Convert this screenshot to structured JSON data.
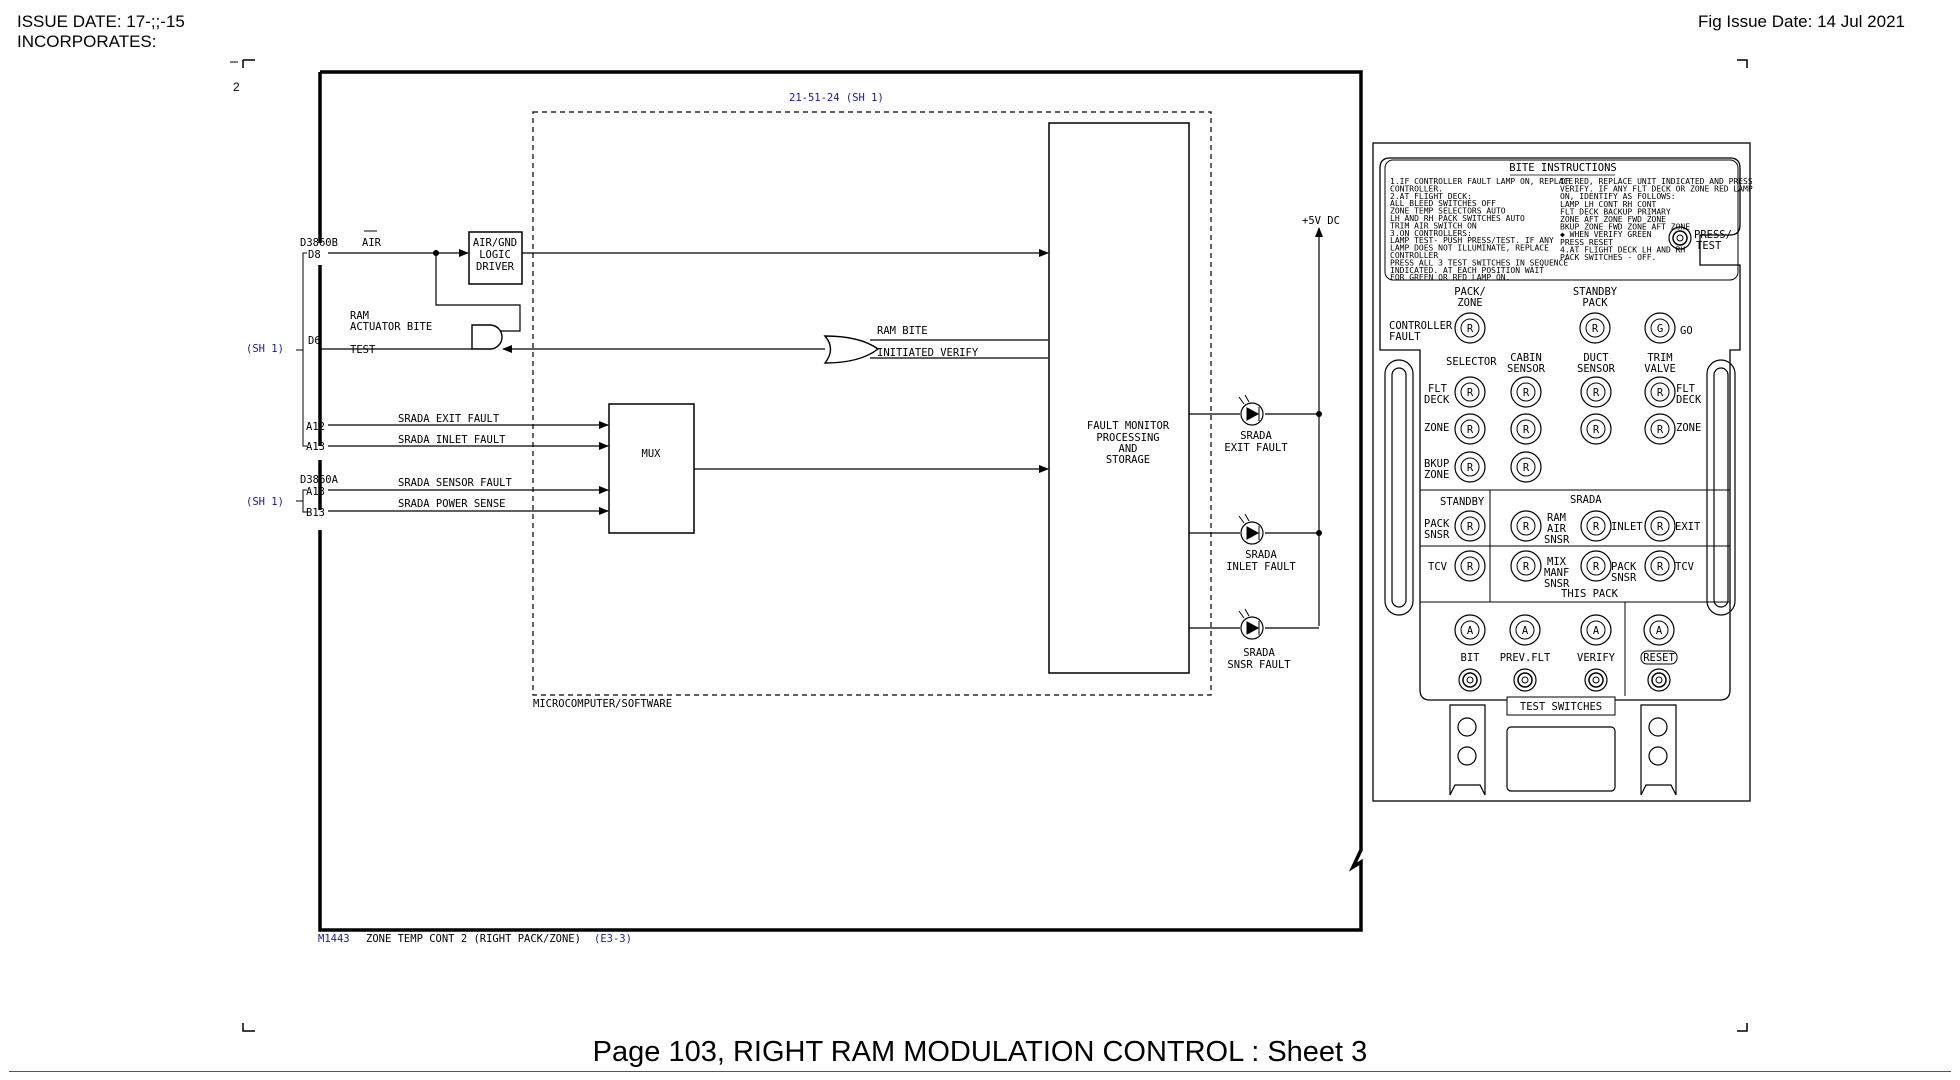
{
  "header": {
    "issue_date": "ISSUE DATE: 17-;;-15",
    "incorporates": "INCORPORATES:",
    "fig_issue_date": "Fig Issue Date: 14 Jul 2021"
  },
  "footer": {
    "page_title": "Page 103, RIGHT RAM MODULATION CONTROL : Sheet 3"
  },
  "sheet_mark": "2",
  "schematic": {
    "ref_top": "21-51-24 (SH 1)",
    "connector_b": "D3860B",
    "connector_a": "D3860A",
    "pin_d8": "D8",
    "pin_d6": "D6",
    "pin_a12": "A12",
    "pin_a13_b": "A13",
    "pin_a13_a": "A13",
    "pin_b13": "B13",
    "sh_ref_1": "(SH 1)",
    "sh_ref_2": "(SH 1)",
    "air_label": "AIR",
    "air_gnd_box": [
      "AIR/GND",
      "LOGIC",
      "DRIVER"
    ],
    "ram_actuator": [
      "RAM",
      "ACTUATOR BITE"
    ],
    "test_label": "TEST",
    "ram_bite": "RAM BITE",
    "initiated_verify": "INITIATED VERIFY",
    "srada_exit_fault": "SRADA EXIT FAULT",
    "srada_inlet_fault": "SRADA INLET FAULT",
    "srada_sensor_fault": "SRADA SENSOR FAULT",
    "srada_power_sense": "SRADA POWER SENSE",
    "mux": "MUX",
    "fault_monitor": [
      "FAULT MONITOR",
      "PROCESSING",
      "AND",
      "STORAGE"
    ],
    "microcomputer": "MICROCOMPUTER/SOFTWARE",
    "plus5v": "+5V DC",
    "lamp_exit": [
      "SRADA",
      "EXIT FAULT"
    ],
    "lamp_inlet": [
      "SRADA",
      "INLET FAULT"
    ],
    "lamp_sensor": [
      "SRADA",
      "SNSR FAULT"
    ],
    "footer_ref": "M1443",
    "footer_text": "ZONE TEMP CONT 2 (RIGHT PACK/ZONE)",
    "footer_ref2": "(E3-3)"
  },
  "panel": {
    "bite_title": "BITE INSTRUCTIONS",
    "instr_left": [
      "1.IF CONTROLLER FAULT LAMP ON, REPLACE",
      "CONTROLLER.",
      "2.AT FLIGHT DECK:",
      "ALL BLEED SWITCHES OFF",
      "ZONE TEMP SELECTORS AUTO",
      "LH AND RH PACK SWITCHES AUTO",
      "TRIM AIR SWITCH ON",
      "3.ON CONTROLLERS:",
      "LAMP TEST- PUSH PRESS/TEST. IF ANY",
      "LAMP DOES NOT ILLUMINATE, REPLACE",
      "CONTROLLER",
      "PRESS ALL 3 TEST SWITCHES IN SEQUENCE",
      "INDICATED. AT EACH POSITION WAIT",
      "FOR GREEN OR RED LAMP ON."
    ],
    "instr_right": [
      "IF RED, REPLACE UNIT INDICATED AND PRESS",
      "VERIFY. IF ANY FLT DECK OR ZONE RED LAMP",
      "ON, IDENTIFY AS FOLLOWS:",
      "LAMP    LH CONT  RH CONT",
      "FLT DECK  BACKUP  PRIMARY",
      "ZONE   AFT ZONE FWD ZONE",
      "BKUP ZONE FWD ZONE AFT ZONE",
      "◆ WHEN VERIFY GREEN",
      "PRESS RESET",
      "4.AT FLIGHT DECK LH AND RH",
      "PACK SWITCHES - OFF."
    ],
    "press_test": [
      "PRESS/",
      "TEST"
    ],
    "pack_zone": [
      "PACK/",
      "ZONE"
    ],
    "standby_pack": [
      "STANDBY",
      "PACK"
    ],
    "controller_fault": [
      "CONTROLLER",
      "FAULT"
    ],
    "go": "GO",
    "lamp_r": "R",
    "lamp_g": "G",
    "lamp_a": "A",
    "selector": "SELECTOR",
    "cabin_sensor": [
      "CABIN",
      "SENSOR"
    ],
    "duct_sensor": [
      "DUCT",
      "SENSOR"
    ],
    "trim_valve": [
      "TRIM",
      "VALVE"
    ],
    "flt_deck": [
      "FLT",
      "DECK"
    ],
    "zone": "ZONE",
    "bkup_zone": [
      "BKUP",
      "ZONE"
    ],
    "standby": "STANDBY",
    "srada": "SRADA",
    "pack_snsr": [
      "PACK",
      "SNSR"
    ],
    "ram_air_snsr": [
      "RAM",
      "AIR",
      "SNSR"
    ],
    "inlet": "INLET",
    "exit": "EXIT",
    "tcv": "TCV",
    "mix_manf_snsr": [
      "MIX",
      "MANF",
      "SNSR"
    ],
    "this_pack": "THIS PACK",
    "bit": "BIT",
    "prev_flt": "PREV.FLT",
    "verify": "VERIFY",
    "reset": "RESET",
    "test_switches": "TEST SWITCHES"
  }
}
